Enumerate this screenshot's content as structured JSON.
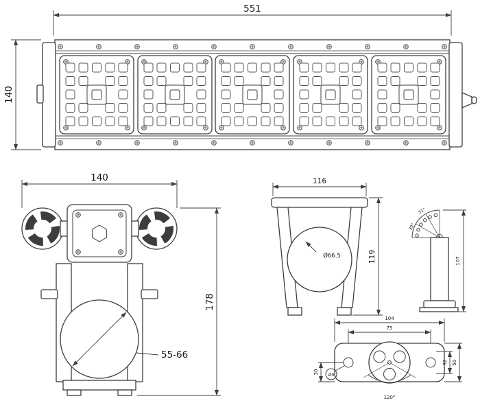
{
  "colors": {
    "background": "#ffffff",
    "line": "#3d3d3d",
    "text": "#141414"
  },
  "front_view": {
    "dim_width": "551",
    "dim_height": "140"
  },
  "end_view": {
    "dim_width": "140",
    "dim_height": "178",
    "dim_clamp_range": "55-66"
  },
  "bracket_view": {
    "dim_width": "116",
    "dim_height": "119",
    "dim_bore": "Ø66.5"
  },
  "arm_view": {
    "dim_height": "107",
    "dim_angle_top": "31°",
    "dim_angle_side": "30°"
  },
  "plate_view": {
    "dim_overall": "104",
    "dim_holes": "75",
    "dim_left": "30",
    "dim_inner": "32",
    "dim_outer": "50",
    "dim_angle": "120°",
    "dim_hole_dia": "Ø9"
  }
}
